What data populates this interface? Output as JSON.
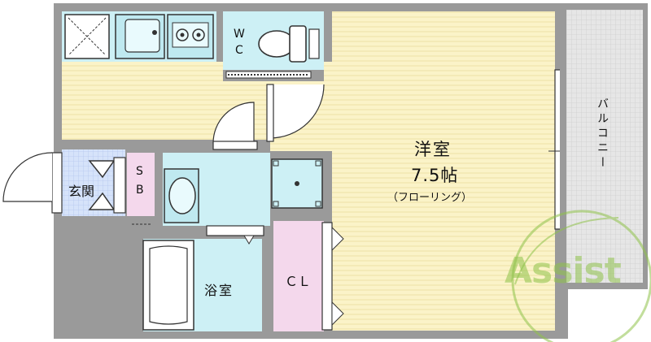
{
  "rooms": {
    "western": {
      "name": "洋室",
      "size": "7.5帖",
      "floor": "（フローリング）"
    },
    "wc": {
      "line1": "W",
      "line2": "C"
    },
    "entrance": "玄関",
    "shoebox": {
      "line1": "S",
      "line2": "B"
    },
    "bath": "浴室",
    "closet": "ＣＬ",
    "balcony": "バルコニー"
  },
  "watermark": "Assist",
  "colors": {
    "wall": "#9a9a9a",
    "western_floor": "#fbf3c8",
    "wet_area": "#cdf0f5",
    "closet": "#f4d8ec",
    "entrance": "#d6e3fa",
    "balcony": "#e3e3e3",
    "watermark": "#8fc24a"
  }
}
